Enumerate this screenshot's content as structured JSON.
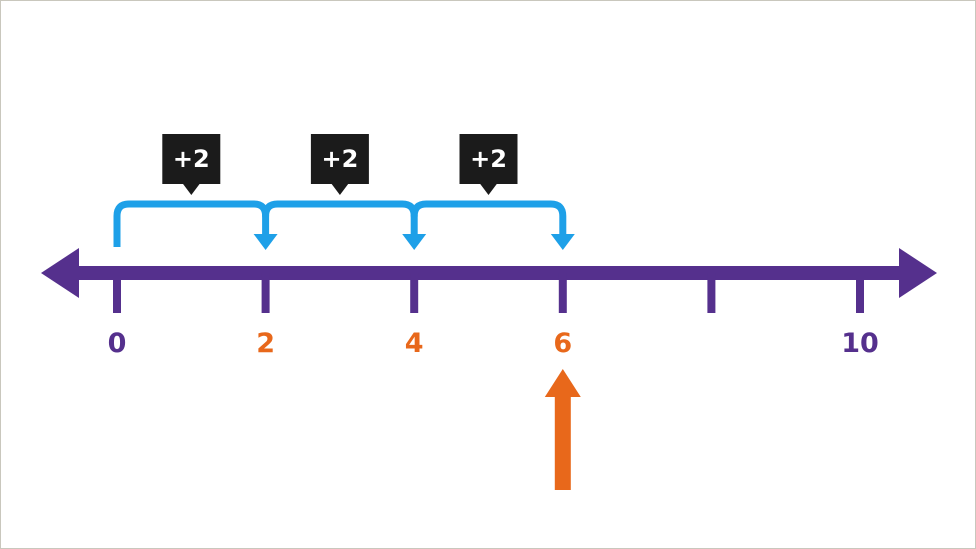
{
  "number_line": {
    "ticks": [
      {
        "value": 0,
        "label": "0",
        "highlight": false
      },
      {
        "value": 2,
        "label": "2",
        "highlight": true
      },
      {
        "value": 4,
        "label": "4",
        "highlight": true
      },
      {
        "value": 6,
        "label": "6",
        "highlight": true
      },
      {
        "value": 8,
        "label": "",
        "highlight": false
      },
      {
        "value": 10,
        "label": "10",
        "highlight": false
      }
    ]
  },
  "jumps": [
    {
      "from": 0,
      "to": 2,
      "label": "+2"
    },
    {
      "from": 2,
      "to": 4,
      "label": "+2"
    },
    {
      "from": 4,
      "to": 6,
      "label": "+2"
    }
  ],
  "answer_marker": {
    "value": 6
  },
  "colors": {
    "line": "#55308d",
    "label": "#55308d",
    "highlight": "#e8681b",
    "jump": "#1ea0e8",
    "callout_bg": "#1b1b1b",
    "callout_text": "#ffffff"
  }
}
